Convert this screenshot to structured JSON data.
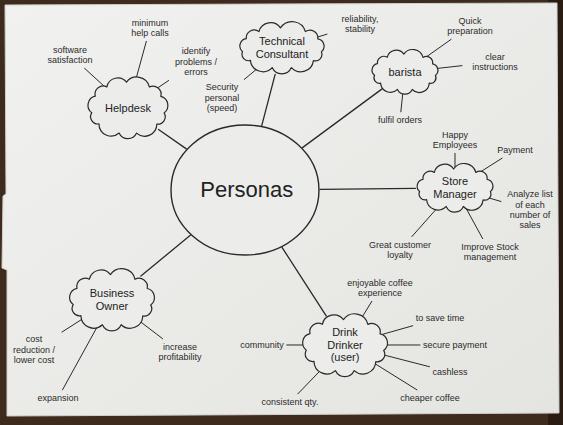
{
  "diagram": {
    "nodes": [
      {
        "text": [
          "Personas"
        ]
      },
      {
        "text": [
          "Technical Consultant"
        ]
      },
      {
        "text": [
          "barista"
        ]
      },
      {
        "text": [
          "Store Manager"
        ]
      },
      {
        "text": [
          "Drink Drinker (user)"
        ]
      },
      {
        "text": [
          "Business Owner"
        ]
      },
      {
        "text": [
          "Helpdesk"
        ]
      }
    ],
    "edges": [
      {
        "from": 0,
        "to": 1,
        "arrow": "none"
      },
      {
        "from": 0,
        "to": 2,
        "arrow": "none"
      },
      {
        "from": 0,
        "to": 3,
        "arrow": "none"
      },
      {
        "from": 0,
        "to": 4,
        "arrow": "none"
      },
      {
        "from": 0,
        "to": 5,
        "arrow": "none"
      },
      {
        "from": 0,
        "to": 6,
        "arrow": "none"
      }
    ],
    "labels": [
      "software satisfaction",
      "minimum help calls",
      "identify problems / errors",
      "Security personal (speed)",
      "reliability, stability",
      "Quick preparation",
      "clear instructions",
      "fulfil orders",
      "Happy Employees",
      "Payment",
      "Analyze list of each number of sales",
      "Improve Stock management",
      "Great customer loyalty",
      "enjoyable coffee experience",
      "to save time",
      "secure payment",
      "cashless",
      "cheaper coffee",
      "consistent qty.",
      "community",
      "cost reduction / lower cost",
      "increase profitability",
      "expansion"
    ]
  }
}
